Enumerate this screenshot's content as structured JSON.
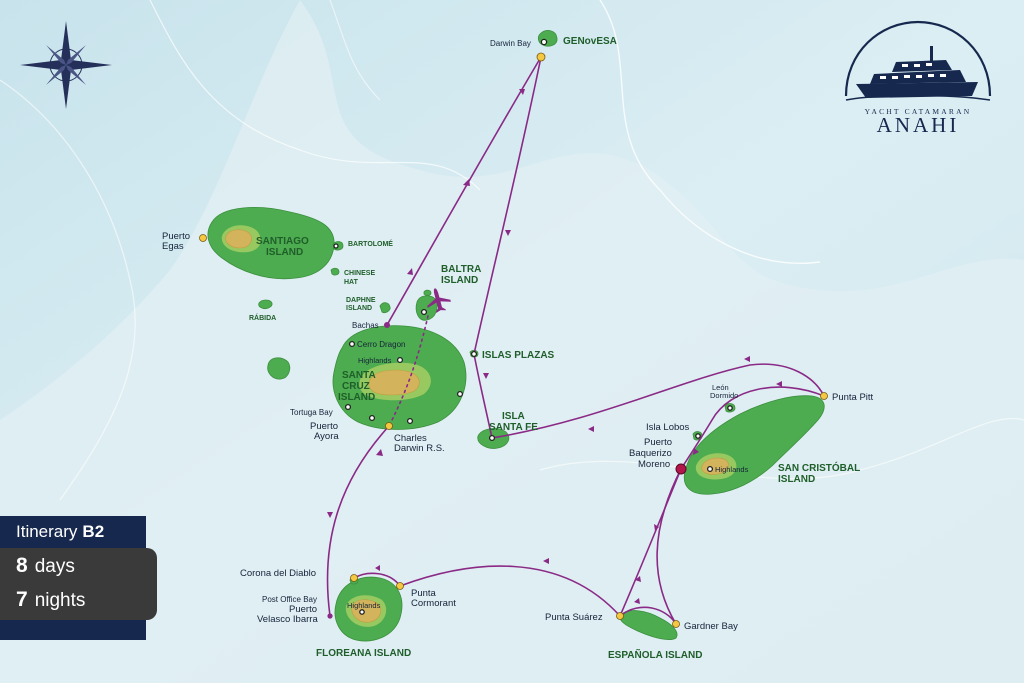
{
  "itinerary": {
    "title_prefix": "Itinerary",
    "code": "B2",
    "days_number": "8",
    "days_unit": "days",
    "nights_number": "7",
    "nights_unit": "nights"
  },
  "brand": {
    "subtitle": "YACHT CATAMARAN",
    "name": "ANAHI"
  },
  "islands": {
    "genovesa": "GENovESA",
    "santiago_1": "SANTIAGO",
    "santiago_2": "ISLAND",
    "bartolome": "BARTOLOMÉ",
    "chinese_hat_1": "CHINESE",
    "chinese_hat_2": "HAT",
    "rabida": "RÁBIDA",
    "daphne_1": "DAPHNE",
    "daphne_2": "ISLAND",
    "baltra_1": "BALTRA",
    "baltra_2": "ISLAND",
    "santa_cruz_1": "SANTA",
    "santa_cruz_2": "CRUZ",
    "santa_cruz_3": "ISLAND",
    "plazas": "ISLAS PLAZAS",
    "santa_fe_1": "ISLA",
    "santa_fe_2": "SANTA FE",
    "san_cristobal_1": "SAN CRISTÓBAL",
    "san_cristobal_2": "ISLAND",
    "floreana": "FLOREANA ISLAND",
    "espanola": "ESPAÑOLA ISLAND"
  },
  "sites": {
    "darwin_bay": "Darwin Bay",
    "puerto_egas_1": "Puerto",
    "puerto_egas_2": "Egas",
    "bachas": "Bachas",
    "cerro_dragon": "Cerro Dragon",
    "highlands": "Highlands",
    "tortuga_bay": "Tortuga Bay",
    "puerto_ayora_1": "Puerto",
    "puerto_ayora_2": "Ayora",
    "charles_darwin_1": "Charles",
    "charles_darwin_2": "Darwin R.S.",
    "leon_dormido_1": "León",
    "leon_dormido_2": "Dormido",
    "punta_pitt": "Punta Pitt",
    "isla_lobos": "Isla Lobos",
    "puerto_baquerizo_1": "Puerto",
    "puerto_baquerizo_2": "Baquerizo",
    "puerto_baquerizo_3": "Moreno",
    "corona_del_diablo": "Corona del Diablo",
    "post_office_bay": "Post Office Bay",
    "puerto_velasco_1": "Puerto",
    "puerto_velasco_2": "Velasco Ibarra",
    "punta_cormorant_1": "Punta",
    "punta_cormorant_2": "Cormorant",
    "punta_suarez": "Punta Suárez",
    "gardner_bay": "Gardner Bay"
  },
  "colors": {
    "sea_light": "#e6f1f6",
    "sea_mid": "#bcdce6",
    "island_green": "#4dac4f",
    "highland_tan": "#d8b25c",
    "route_purple": "#8a2a86",
    "label_green": "#1f5e2a",
    "brand_navy": "#16284e",
    "card_gray": "#3a3a3a"
  },
  "icons": [
    "compass-rose-icon",
    "airplane-icon",
    "yacht-logo-icon"
  ]
}
